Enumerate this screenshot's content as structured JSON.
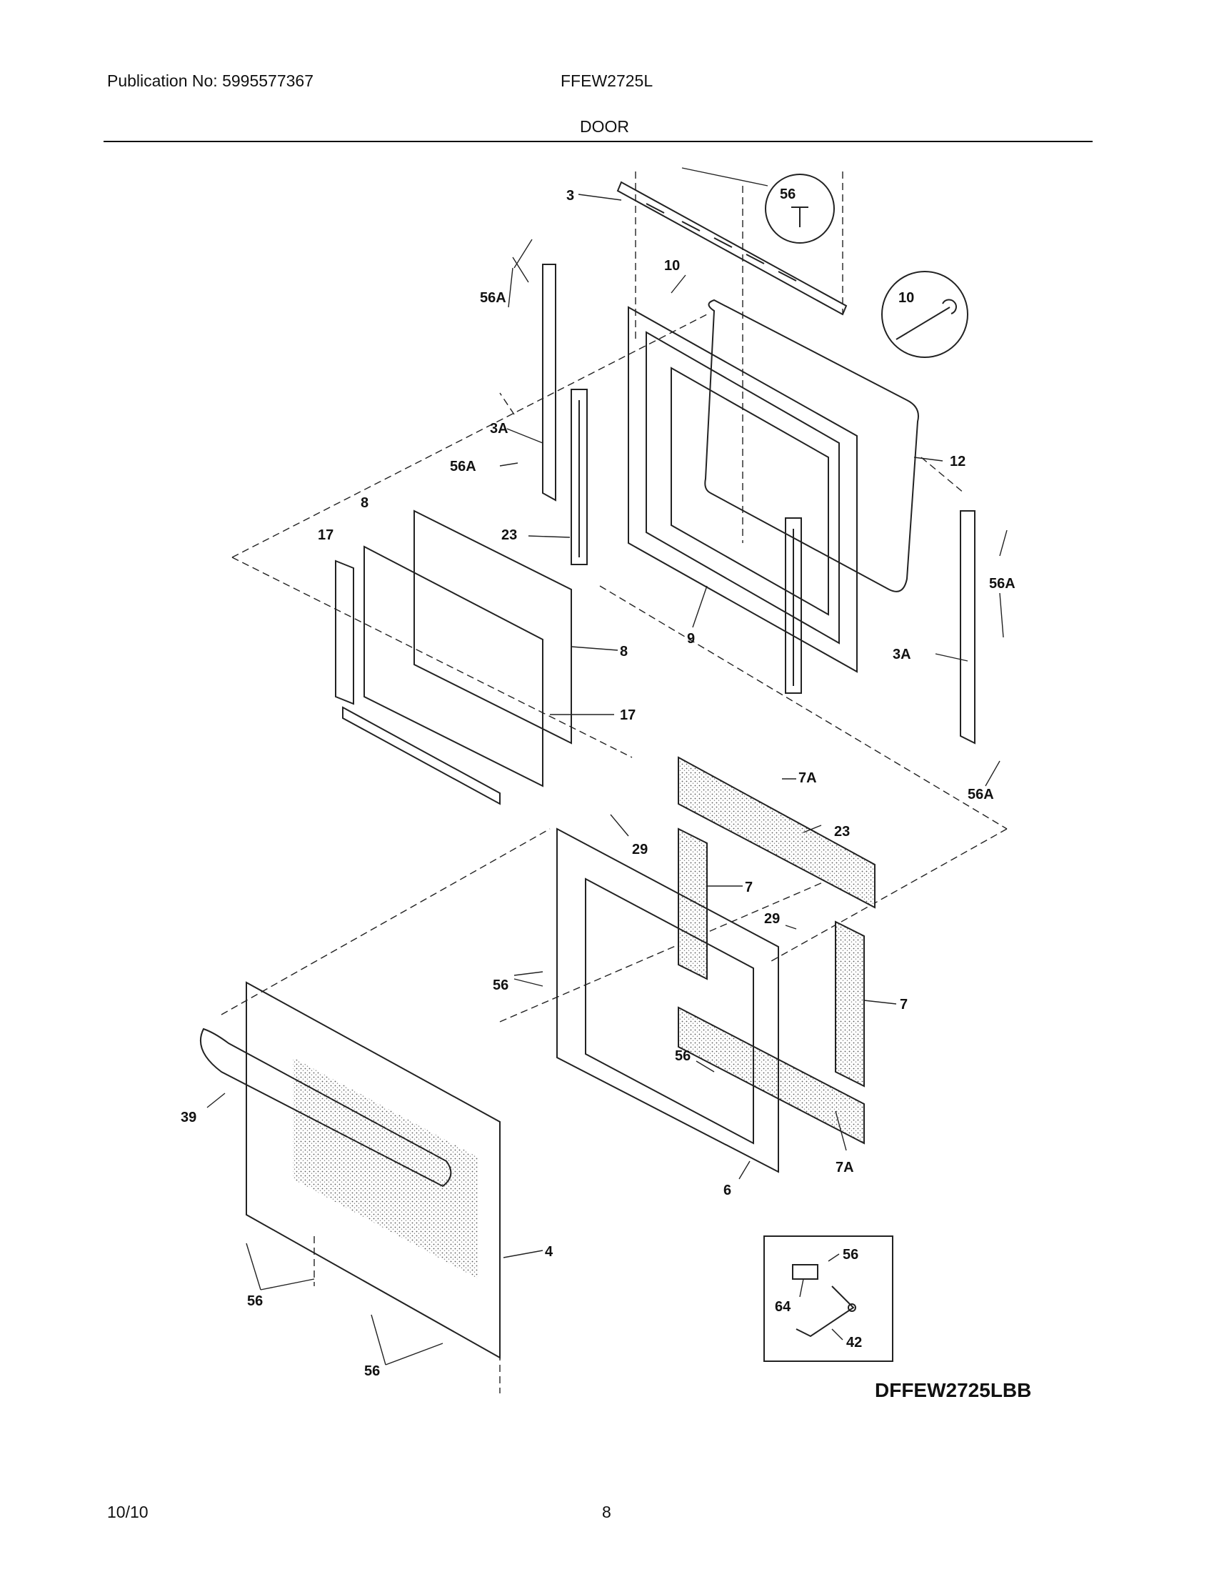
{
  "header": {
    "publication": "Publication No: 5995577367",
    "model": "FFEW2725L",
    "section_title": "DOOR"
  },
  "diagram": {
    "drawing_code": "DFFEW2725LBB",
    "callouts": [
      "3",
      "56",
      "56A",
      "10",
      "10",
      "3A",
      "56A",
      "12",
      "8",
      "17",
      "23",
      "56A",
      "9",
      "8",
      "3A",
      "17",
      "23",
      "56A",
      "7A",
      "29",
      "7",
      "29",
      "56",
      "7",
      "56",
      "39",
      "7A",
      "6",
      "4",
      "56",
      "64",
      "56",
      "42",
      "56"
    ]
  },
  "footer": {
    "date": "10/10",
    "page": "8"
  }
}
